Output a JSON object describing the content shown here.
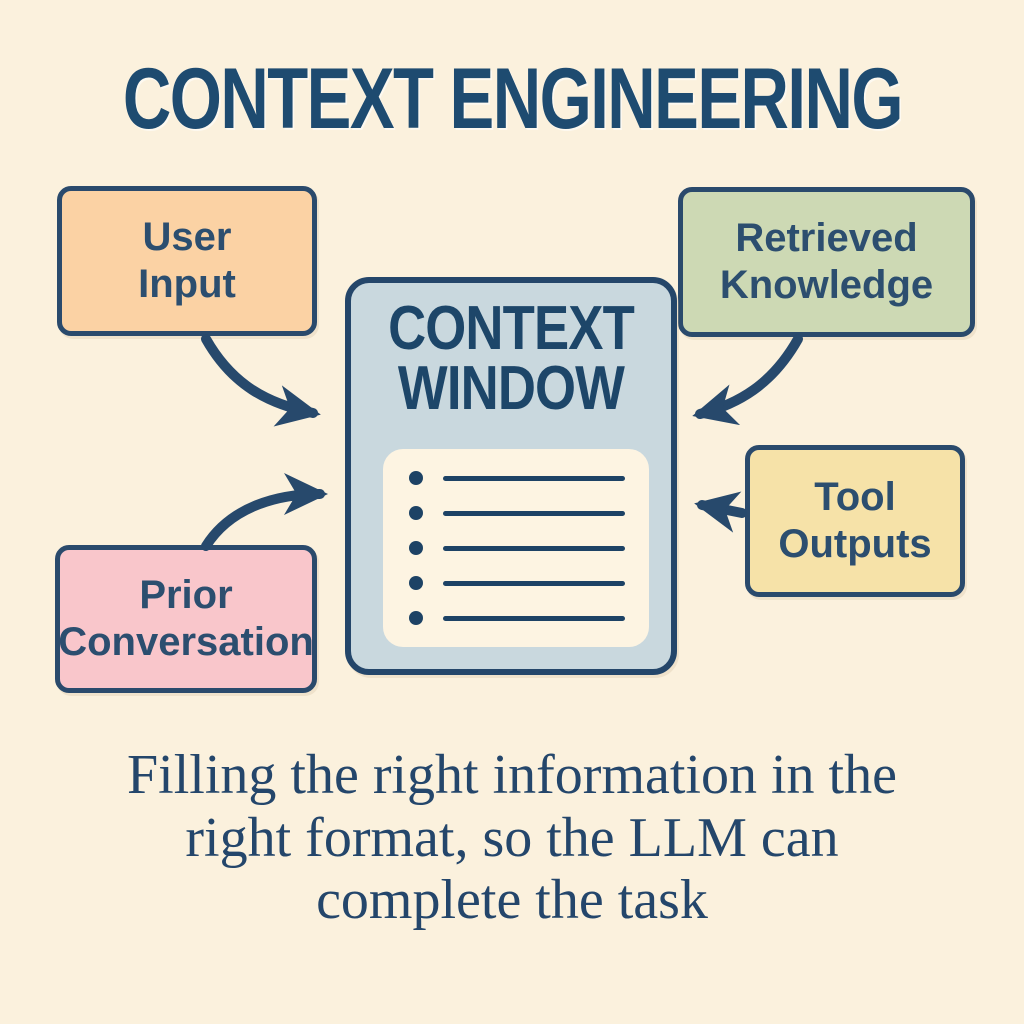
{
  "title": "CONTEXT ENGINEERING",
  "nodes": {
    "user_input": {
      "line1": "User",
      "line2": "Input",
      "fill": "#fbd2a4"
    },
    "retrieved_knowledge": {
      "line1": "Retrieved",
      "line2": "Knowledge",
      "fill": "#cdd9b4"
    },
    "prior_conversation": {
      "line1": "Prior",
      "line2": "Conversation",
      "fill": "#f9c6cb"
    },
    "tool_outputs": {
      "line1": "Tool",
      "line2": "Outputs",
      "fill": "#f6e2a8"
    },
    "context_window": {
      "line1": "CONTEXT",
      "line2": "WINDOW",
      "fill": "#c9d8de",
      "panel_fill": "#fdf4e2",
      "list_item_count": 5
    }
  },
  "arrows": [
    {
      "from": "user_input",
      "to": "context_window"
    },
    {
      "from": "retrieved_knowledge",
      "to": "context_window"
    },
    {
      "from": "prior_conversation",
      "to": "context_window"
    },
    {
      "from": "tool_outputs",
      "to": "context_window"
    }
  ],
  "caption": {
    "full_text": "Filling the right information in the right format, so the LLM can complete the task",
    "lines": [
      "Filling the right information in the",
      "right format, so the LLM can",
      "complete the task"
    ]
  },
  "colors": {
    "background": "#fbf1dd",
    "ink_navy": "#27496c",
    "border_navy": "#2a4a6c",
    "title_navy": "#1e4b70",
    "panel_cream": "#fdf4e2"
  }
}
